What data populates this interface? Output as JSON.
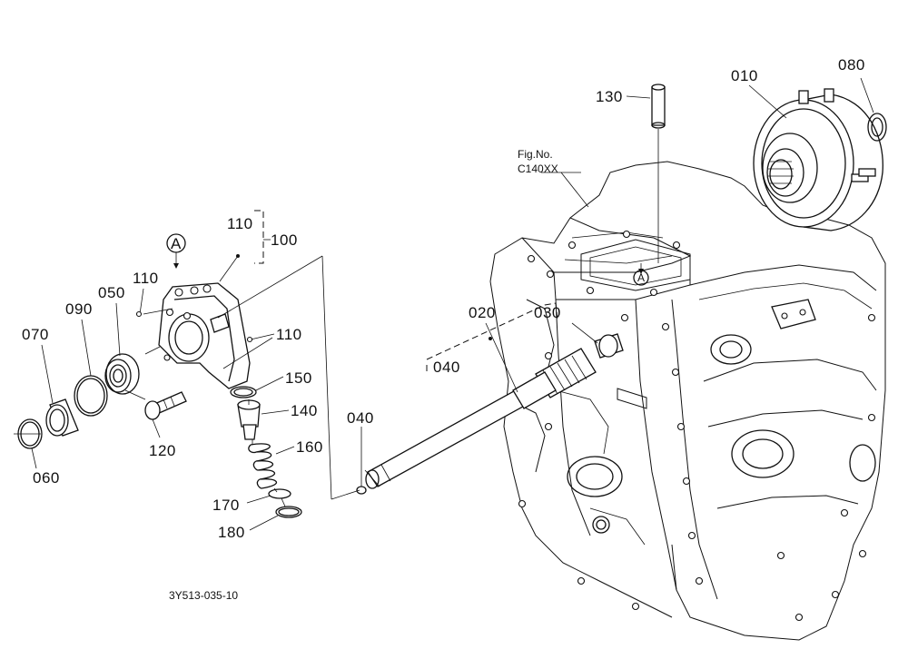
{
  "diagram": {
    "code": "3Y513-035-10",
    "figure_ref": {
      "line1": "Fig.No.",
      "line2": "C140XX"
    },
    "view_marker": "A",
    "callouts": {
      "p010": "010",
      "p020": "020",
      "p030": "030",
      "p040_assembly": "040",
      "p040": "040",
      "p050": "050",
      "p060": "060",
      "p070": "070",
      "p080": "080",
      "p090": "090",
      "p100": "100",
      "p110_group": "110",
      "p110_left": "110",
      "p110_right": "110",
      "p120": "120",
      "p130": "130",
      "p140": "140",
      "p150": "150",
      "p160": "160",
      "p170": "170",
      "p180": "180"
    }
  }
}
